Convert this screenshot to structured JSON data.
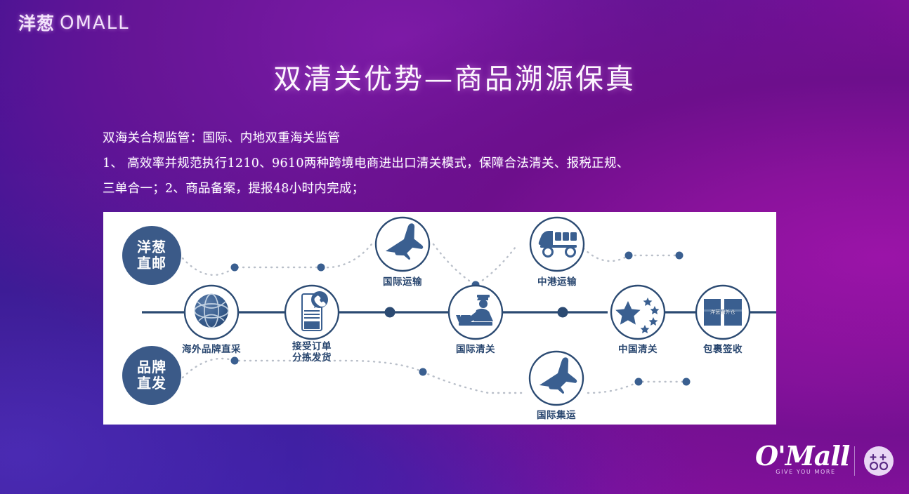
{
  "brand": {
    "logo_cn": "洋葱",
    "logo_en": "OMALL"
  },
  "slide": {
    "title": "双清关优势—商品溯源保真",
    "body_lines": [
      "双海关合规监管：国际、内地双重海关监管",
      "1、 高效率并规范执行1210、9610两种跨境电商进出口清关模式，保障合法清关、报税正规、",
      "三单合一；2、商品备案，提报48小时内完成；"
    ]
  },
  "diagram": {
    "badges": [
      {
        "id": "direct-mail",
        "line1": "洋葱",
        "line2": "直邮"
      },
      {
        "id": "brand-direct",
        "line1": "品牌",
        "line2": "直发"
      }
    ],
    "nodes": [
      {
        "id": "overseas-sourcing",
        "label": "海外品牌直采",
        "icon": "globe-icon"
      },
      {
        "id": "order-dispatch",
        "label_line1": "接受订单",
        "label_line2": "分拣发货",
        "icon": "order-phone-icon"
      },
      {
        "id": "international-transport",
        "label": "国际运输",
        "icon": "airplane-icon"
      },
      {
        "id": "international-customs",
        "label": "国际清关",
        "icon": "customs-officer-icon"
      },
      {
        "id": "international-consolidation",
        "label": "国际集运",
        "icon": "airplane-icon"
      },
      {
        "id": "hk-mainland-transport",
        "label": "中港运输",
        "icon": "truck-icon"
      },
      {
        "id": "china-customs",
        "label": "中国清关",
        "icon": "china-flag-stars-icon"
      },
      {
        "id": "parcel-receipt",
        "label": "包裹签收",
        "icon": "package-box-icon",
        "icon_text": "洋葱海外仓"
      }
    ]
  },
  "footer": {
    "wordmark": "O'Mall",
    "tagline": "GIVE YOU MORE"
  },
  "colors": {
    "panel_bg": "#ffffff",
    "node_stroke": "#2b4a72",
    "icon_fill": "#3a5f90",
    "badge_bg": "#3b5a88",
    "label_text": "#27456e",
    "dotted_path": "#b9bfc9",
    "bg_purple_left": "#3a1293",
    "bg_purple_right": "#9412a6"
  }
}
